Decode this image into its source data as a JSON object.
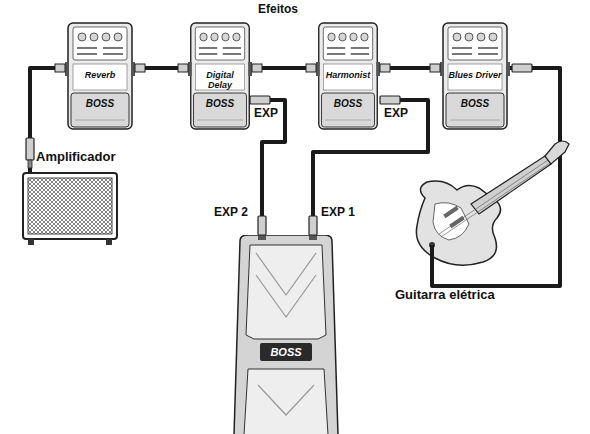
{
  "diagram": {
    "nodes": [
      {
        "text": [
          "Amplificador"
        ]
      },
      {
        "text": [
          "Reverb",
          "BOSS"
        ]
      },
      {
        "text": [
          "Digital Delay",
          "BOSS"
        ]
      },
      {
        "text": [
          "Harmonist",
          "BOSS"
        ]
      },
      {
        "text": [
          "Blues Driver",
          "BOSS"
        ]
      },
      {
        "text": [
          "BOSS"
        ]
      },
      {
        "text": [
          "Guitarra elétrica"
        ]
      }
    ],
    "edges": [
      {
        "from": 6,
        "to": 4,
        "arrow": "none"
      },
      {
        "from": 4,
        "to": 3,
        "arrow": "none"
      },
      {
        "from": 3,
        "to": 2,
        "arrow": "none"
      },
      {
        "from": 2,
        "to": 1,
        "arrow": "none"
      },
      {
        "from": 1,
        "to": 0,
        "arrow": "none"
      },
      {
        "from": 5,
        "to": 2,
        "arrow": "none"
      },
      {
        "from": 5,
        "to": 3,
        "arrow": "none"
      }
    ],
    "labels": [
      "Efeitos",
      "EXP",
      "EXP",
      "EXP 2",
      "EXP 1"
    ]
  }
}
